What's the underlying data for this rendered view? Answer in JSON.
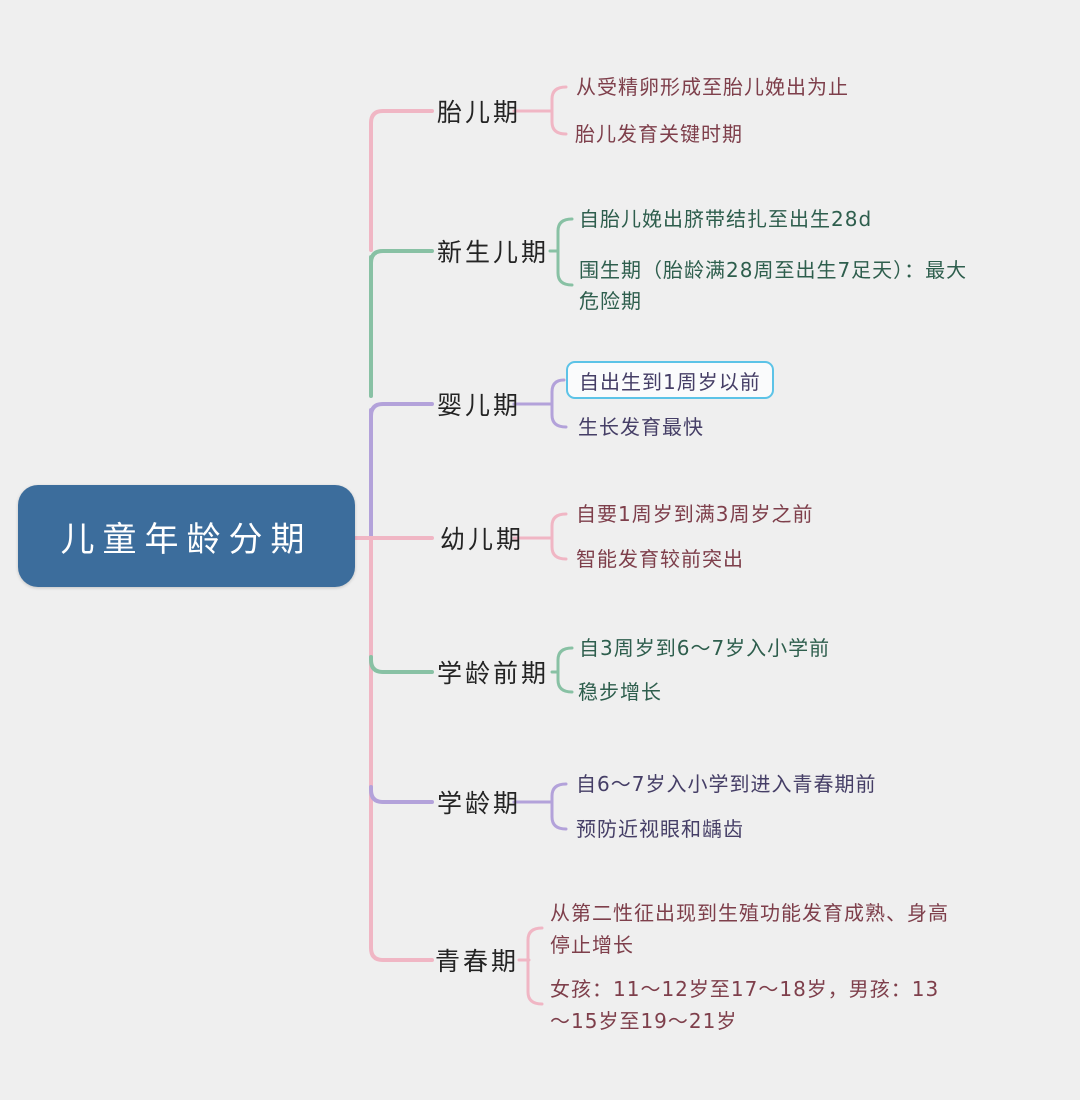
{
  "title": "儿童年龄分期",
  "palette": {
    "background": "#efefef",
    "root_fill": "#3c6d9c",
    "root_text": "#ffffff",
    "branch_pink": "#f0b6c4",
    "branch_green": "#88c1a4",
    "branch_purple": "#b3a2da",
    "text_maroon": "#7e3f4b",
    "text_dark_green": "#2e5e4d",
    "text_dark_purple": "#453e66",
    "label_text": "#242424",
    "highlight_border": "#5cc3e7"
  },
  "branches": [
    {
      "label": "胎儿期",
      "color": "pink",
      "children": [
        {
          "text": "从受精卵形成至胎儿娩出为止"
        },
        {
          "text": "胎儿发育关键时期"
        }
      ]
    },
    {
      "label": "新生儿期",
      "color": "green",
      "children": [
        {
          "text": "自胎儿娩出脐带结扎至出生28d"
        },
        {
          "text": "围生期（胎龄满28周至出生7足天）：最大危险期"
        }
      ]
    },
    {
      "label": "婴儿期",
      "color": "purple",
      "children": [
        {
          "text": "自出生到1周岁以前",
          "highlighted": true
        },
        {
          "text": "生长发育最快"
        }
      ]
    },
    {
      "label": "幼儿期",
      "color": "pink",
      "children": [
        {
          "text": "自要1周岁到满3周岁之前"
        },
        {
          "text": "智能发育较前突出"
        }
      ]
    },
    {
      "label": "学龄前期",
      "color": "green",
      "children": [
        {
          "text": "自3周岁到6～7岁入小学前"
        },
        {
          "text": "稳步增长"
        }
      ]
    },
    {
      "label": "学龄期",
      "color": "purple",
      "children": [
        {
          "text": "自6～7岁入小学到进入青春期前"
        },
        {
          "text": "预防近视眼和龋齿"
        }
      ]
    },
    {
      "label": "青春期",
      "color": "pink",
      "children": [
        {
          "text": "从第二性征出现到生殖功能发育成熟、身高停止增长"
        },
        {
          "text": "女孩：11～12岁至17～18岁，男孩：13～15岁至19～21岁"
        }
      ]
    }
  ]
}
